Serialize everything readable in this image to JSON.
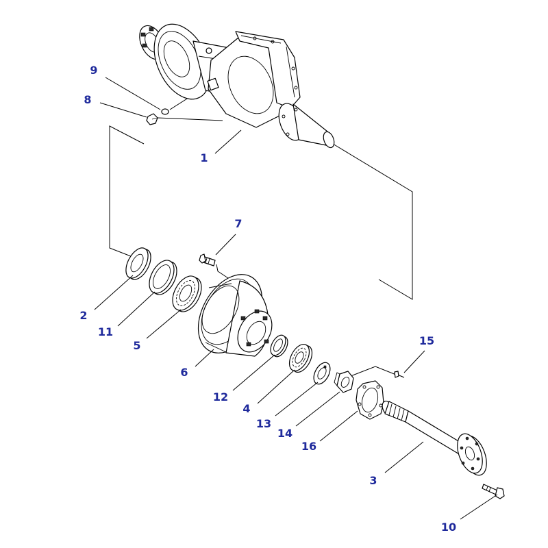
{
  "callouts": [
    "1",
    "2",
    "3",
    "4",
    "5",
    "6",
    "7",
    "8",
    "9",
    "10",
    "11",
    "12",
    "13",
    "14",
    "15",
    "16"
  ],
  "colors": {
    "label": "#1f2a9c",
    "line": "#000000",
    "background": "#ffffff"
  }
}
